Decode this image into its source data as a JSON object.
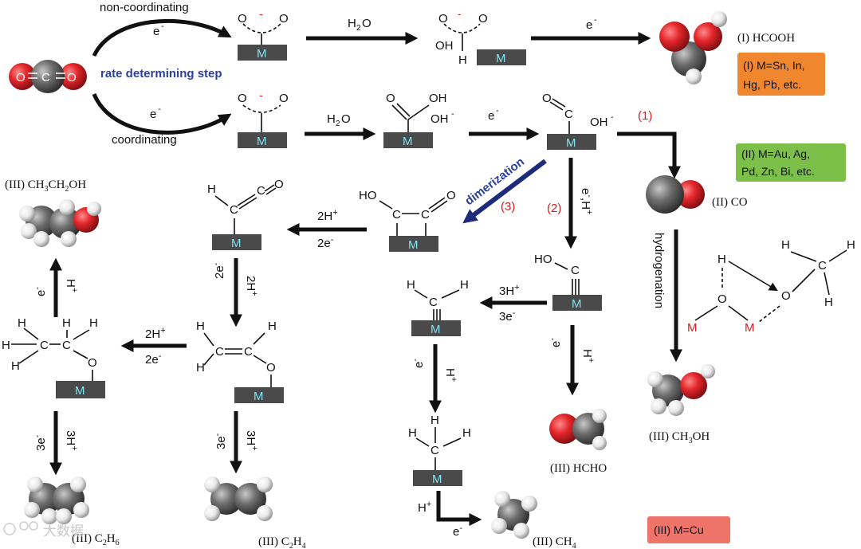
{
  "labels": {
    "non_coordinating": "non-coordinating",
    "coordinating": "coordinating",
    "rate_step": "rate determining step",
    "dimerization": "dimerization",
    "hydrogenation": "hydrogenation",
    "e": "e",
    "minus": "-",
    "water": "H",
    "water_sub": "2",
    "water_o": "O",
    "surface_m": "M",
    "plus": "+",
    "step1": "(1)",
    "step2": "(2)",
    "step3": "(3)",
    "e_h": "e",
    "h_plus": "H",
    "two_h": "2H",
    "two_e": "2e",
    "three_h": "3H",
    "three_e": "3e"
  },
  "atoms": {
    "o": "O",
    "c": "C",
    "h": "H",
    "oh": "OH",
    "ho": "HO",
    "oh_minus": "OH"
  },
  "products": {
    "hcooh": "(I) HCOOH",
    "co": "(II) CO",
    "ethanol_pre": "(III) CH",
    "ethanol_3": "3",
    "ethanol_mid": "CH",
    "ethanol_2": "2",
    "ethanol_post": "OH",
    "methanol_pre": "(III) CH",
    "methanol_3": "3",
    "methanol_post": "OH",
    "hcho": "(III) HCHO",
    "ch4_pre": "(III) CH",
    "ch4_4": "4",
    "c2h4_pre": "(III) C",
    "c2h4_2": "2",
    "c2h4_mid": "H",
    "c2h4_4": "4",
    "c2h6_pre": "(III) C",
    "c2h6_2": "2",
    "c2h6_mid": "H",
    "c2h6_6": "6"
  },
  "badges": {
    "group1_line1": "(I) M=Sn, In,",
    "group1_line2": "Hg, Pb, etc.",
    "group2_line1": "(II) M=Au, Ag,",
    "group2_line2": "Pd, Zn, Bi, etc.",
    "group3": "(III) M=Cu"
  },
  "watermark": "大数据",
  "colors": {
    "badge1": "#f0862e",
    "badge2": "#7cc04a",
    "badge3": "#ee7368",
    "oxygen": "#e3262b",
    "carbon": "#6e6e6e",
    "hydrogen": "#eeeeee",
    "dimer_arrow": "#1c2b7a",
    "rate_text": "#2b3f9e",
    "surface": "#4a4a4a",
    "surface_text": "#7fe3f2"
  }
}
